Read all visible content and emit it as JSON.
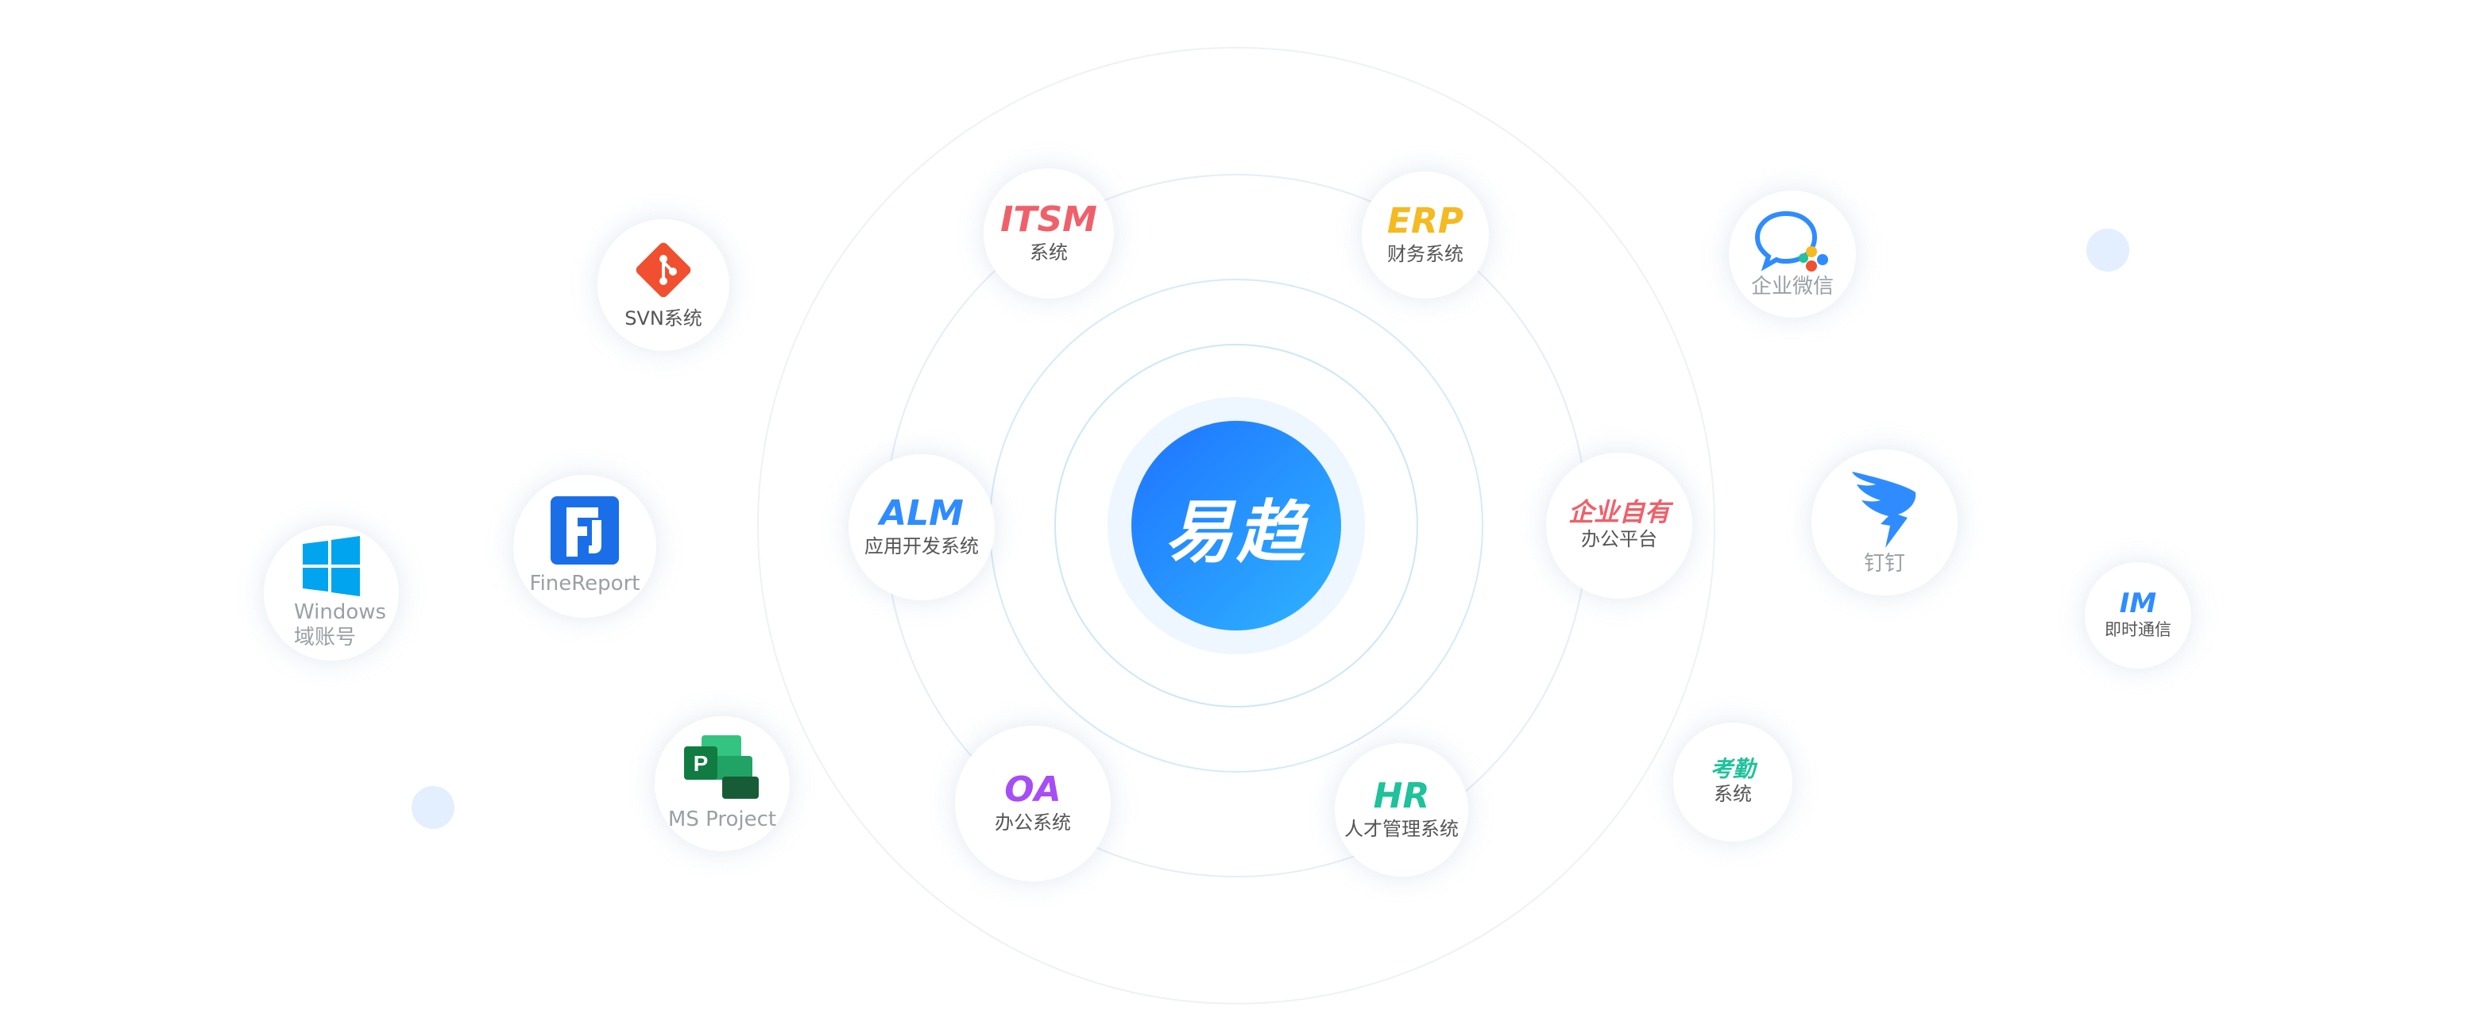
{
  "center": {
    "label": "易趋"
  },
  "colors": {
    "itsm": "#f0606a",
    "erp": "#f5b921",
    "alm": "#2f8cff",
    "custom": "#f0606a",
    "oa": "#a64df5",
    "hr": "#1fc29a",
    "im": "#2f8cff",
    "attendance": "#1fc29a"
  },
  "nodes": {
    "itsm": {
      "abbr": "ITSM",
      "sub": "系统"
    },
    "erp": {
      "abbr": "ERP",
      "sub": "财务系统"
    },
    "alm": {
      "abbr": "ALM",
      "sub": "应用开发系统"
    },
    "custom": {
      "abbr": "企业自有",
      "sub": "办公平台"
    },
    "oa": {
      "abbr": "OA",
      "sub": "办公系统"
    },
    "hr": {
      "abbr": "HR",
      "sub": "人才管理系统"
    },
    "attendance": {
      "abbr": "考勤",
      "sub": "系统"
    },
    "im": {
      "abbr": "IM",
      "sub": "即时通信"
    },
    "svn": {
      "label": "SVN系统",
      "icon": "git-icon"
    },
    "finereport": {
      "label": "FineReport",
      "icon": "finereport-icon"
    },
    "windows": {
      "label1": "Windows",
      "label2": "域账号",
      "icon": "windows-icon"
    },
    "msproject": {
      "label": "MS Project",
      "icon": "ms-project-icon"
    },
    "wecom": {
      "label": "企业微信",
      "icon": "wecom-icon"
    },
    "dingtalk": {
      "label": "钉钉",
      "icon": "dingtalk-icon"
    }
  }
}
